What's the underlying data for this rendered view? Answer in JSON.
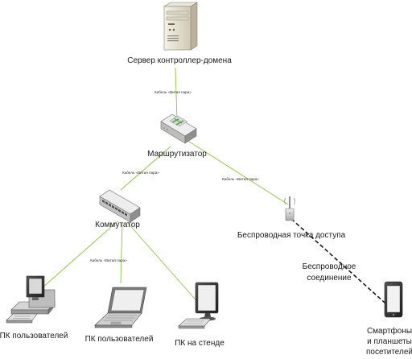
{
  "diagram": {
    "nodes": {
      "server": {
        "label": "Сервер контроллер-домена",
        "icon": "server-tower-icon"
      },
      "router": {
        "label": "Маршрутизатор",
        "icon": "router-icon"
      },
      "switch": {
        "label": "Коммутатор",
        "icon": "network-switch-icon"
      },
      "access_point": {
        "label": "Беспроводная точка доступа",
        "icon": "wireless-access-point-icon"
      },
      "pc_users_1": {
        "label": "ПК пользователей",
        "icon": "desktop-pc-icon"
      },
      "pc_users_2": {
        "label": "ПК пользователей",
        "icon": "laptop-icon"
      },
      "pc_stand": {
        "label": "ПК на стенде",
        "icon": "monitor-keyboard-icon"
      },
      "phones": {
        "label_lines": [
          "Смартфоны",
          "и планшеты",
          "посетителей"
        ],
        "icon": "tablet-icon"
      }
    },
    "connections": {
      "cable_label": "Кабель «Витая пара»",
      "wireless_label_lines": [
        "Беспроводное",
        "соединение"
      ]
    },
    "colors": {
      "cable": "#8cc63f",
      "wireless": "#1a1a1a"
    }
  }
}
